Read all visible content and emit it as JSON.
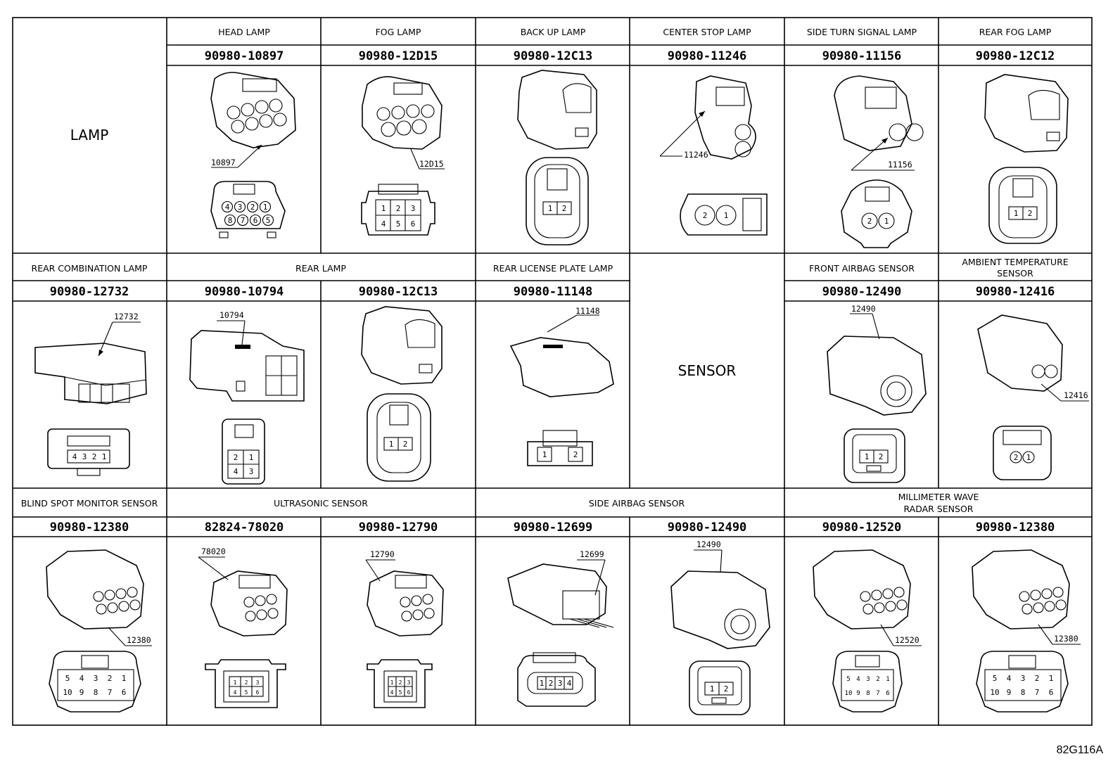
{
  "lamp_group": {
    "label": "LAMP"
  },
  "sensor_group": {
    "label": "SENSOR"
  },
  "row1": [
    {
      "title": "HEAD LAMP",
      "part": "90980-10897",
      "callout": "10897",
      "pins": [
        "4",
        "3",
        "2",
        "1",
        "8",
        "7",
        "6",
        "5"
      ]
    },
    {
      "title": "FOG LAMP",
      "part": "90980-12D15",
      "callout": "12D15",
      "pins": [
        "1",
        "2",
        "3",
        "4",
        "5",
        "6"
      ]
    },
    {
      "title": "BACK UP LAMP",
      "part": "90980-12C13",
      "pins": [
        "1",
        "2"
      ]
    },
    {
      "title": "CENTER STOP LAMP",
      "part": "90980-11246",
      "callout": "11246",
      "pins": [
        "2",
        "1"
      ]
    },
    {
      "title": "SIDE TURN SIGNAL LAMP",
      "part": "90980-11156",
      "callout": "11156",
      "pins": [
        "2",
        "1"
      ]
    },
    {
      "title": "REAR FOG LAMP",
      "part": "90980-12C12",
      "pins": [
        "1",
        "2"
      ]
    }
  ],
  "row2": {
    "rear_combination": {
      "title": "REAR COMBINATION LAMP",
      "part": "90980-12732",
      "callout": "12732",
      "pins": [
        "4",
        "3",
        "2",
        "1"
      ]
    },
    "rear_lamp": {
      "title": "REAR LAMP",
      "parts": [
        {
          "part": "90980-10794",
          "callout": "10794",
          "pins": [
            "2",
            "1",
            "4",
            "3"
          ]
        },
        {
          "part": "90980-12C13",
          "pins": [
            "1",
            "2"
          ]
        }
      ]
    },
    "rear_license": {
      "title": "REAR LICENSE PLATE LAMP",
      "part": "90980-11148",
      "callout": "11148",
      "pins": [
        "1",
        "2"
      ]
    },
    "front_airbag": {
      "title": "FRONT AIRBAG SENSOR",
      "part": "90980-12490",
      "callout": "12490",
      "pins": [
        "1",
        "2"
      ]
    },
    "ambient": {
      "title_line1": "AMBIENT TEMPERATURE",
      "title_line2": "SENSOR",
      "part": "90980-12416",
      "callout": "12416",
      "pins": [
        "2",
        "1"
      ]
    }
  },
  "row3": {
    "blind_spot": {
      "title": "BLIND SPOT MONITOR SENSOR",
      "part": "90980-12380",
      "callout": "12380"
    },
    "ultrasonic": {
      "title": "ULTRASONIC SENSOR",
      "parts": [
        {
          "part": "82824-78020",
          "callout": "78020",
          "pins": [
            "1",
            "2",
            "3",
            "4",
            "5",
            "6"
          ]
        },
        {
          "part": "90980-12790",
          "callout": "12790",
          "pins": [
            "1",
            "2",
            "3",
            "4",
            "5",
            "6"
          ]
        }
      ]
    },
    "side_airbag": {
      "title": "SIDE AIRBAG SENSOR",
      "parts": [
        {
          "part": "90980-12699",
          "callout": "12699",
          "pins": [
            "1",
            "2",
            "3",
            "4"
          ]
        },
        {
          "part": "90980-12490",
          "callout": "12490",
          "pins": [
            "1",
            "2"
          ]
        }
      ]
    },
    "millimeter": {
      "title_line1": "MILLIMETER WAVE",
      "title_line2": "RADAR SENSOR",
      "parts": [
        {
          "part": "90980-12520",
          "callout": "12520"
        },
        {
          "part": "90980-12380",
          "callout": "12380"
        }
      ]
    },
    "mini_pins": [
      "5",
      "4",
      "3",
      "2",
      "1",
      "10",
      "9",
      "8",
      "7",
      "6"
    ]
  },
  "figure_id": "82G116A"
}
